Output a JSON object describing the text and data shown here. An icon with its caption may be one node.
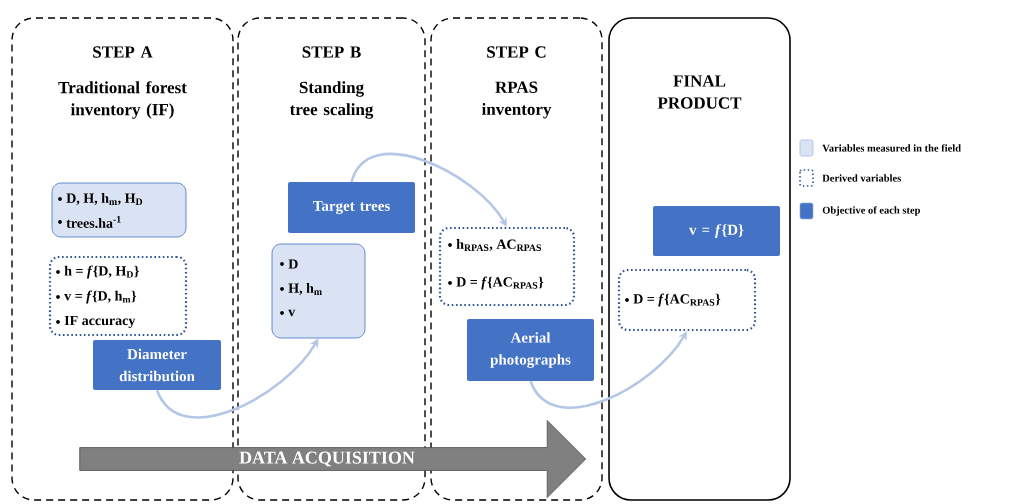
{
  "diagram": {
    "nodes": [
      {
        "text": [
          "STEP A",
          "Traditional forest inventory (IF)"
        ]
      },
      {
        "text": [
          "STEP B",
          "Standing tree scaling"
        ]
      },
      {
        "text": [
          "STEP C",
          "RPAS inventory"
        ]
      },
      {
        "text": [
          "FINAL PRODUCT"
        ]
      },
      {
        "text": [
          "D, H, h$_{m}$, H$_{D}$",
          "trees.ha$^{-1}$"
        ],
        "in": 0
      },
      {
        "text": [
          "h = *f*{D, H$_{D}$}",
          "v = *f*{D, h$_{m}$}",
          "IF accuracy"
        ],
        "in": 0
      },
      {
        "text": [
          "Diameter distribution"
        ],
        "in": 0
      },
      {
        "text": [
          "Target trees"
        ],
        "in": 1
      },
      {
        "text": [
          "D",
          "H, h$_{m}$",
          "v"
        ],
        "in": 1
      },
      {
        "text": [
          "h$_{RPAS}$, AC$_{RPAS}$",
          "D = *f*{AC$_{RPAS}$}"
        ],
        "in": 2
      },
      {
        "text": [
          "Aerial photographs"
        ],
        "in": 2
      },
      {
        "text": [
          "v = *f*{D}"
        ],
        "in": 3
      },
      {
        "text": [
          "D = *f*{AC$_{RPAS}$}"
        ],
        "in": 3
      },
      {
        "text": [
          "DATA ACQUISITION"
        ]
      }
    ],
    "edges": [
      {
        "from": 6,
        "to": 8,
        "arrow": "to"
      },
      {
        "from": 7,
        "to": 9,
        "arrow": "to"
      },
      {
        "from": 10,
        "to": 12,
        "arrow": "to"
      }
    ],
    "legend": [
      {
        "text": "Variables measured in the field",
        "color": "#dae3f3"
      },
      {
        "text": "Derived variables"
      },
      {
        "text": "Objective of each step",
        "color": "#4472c4"
      }
    ]
  }
}
